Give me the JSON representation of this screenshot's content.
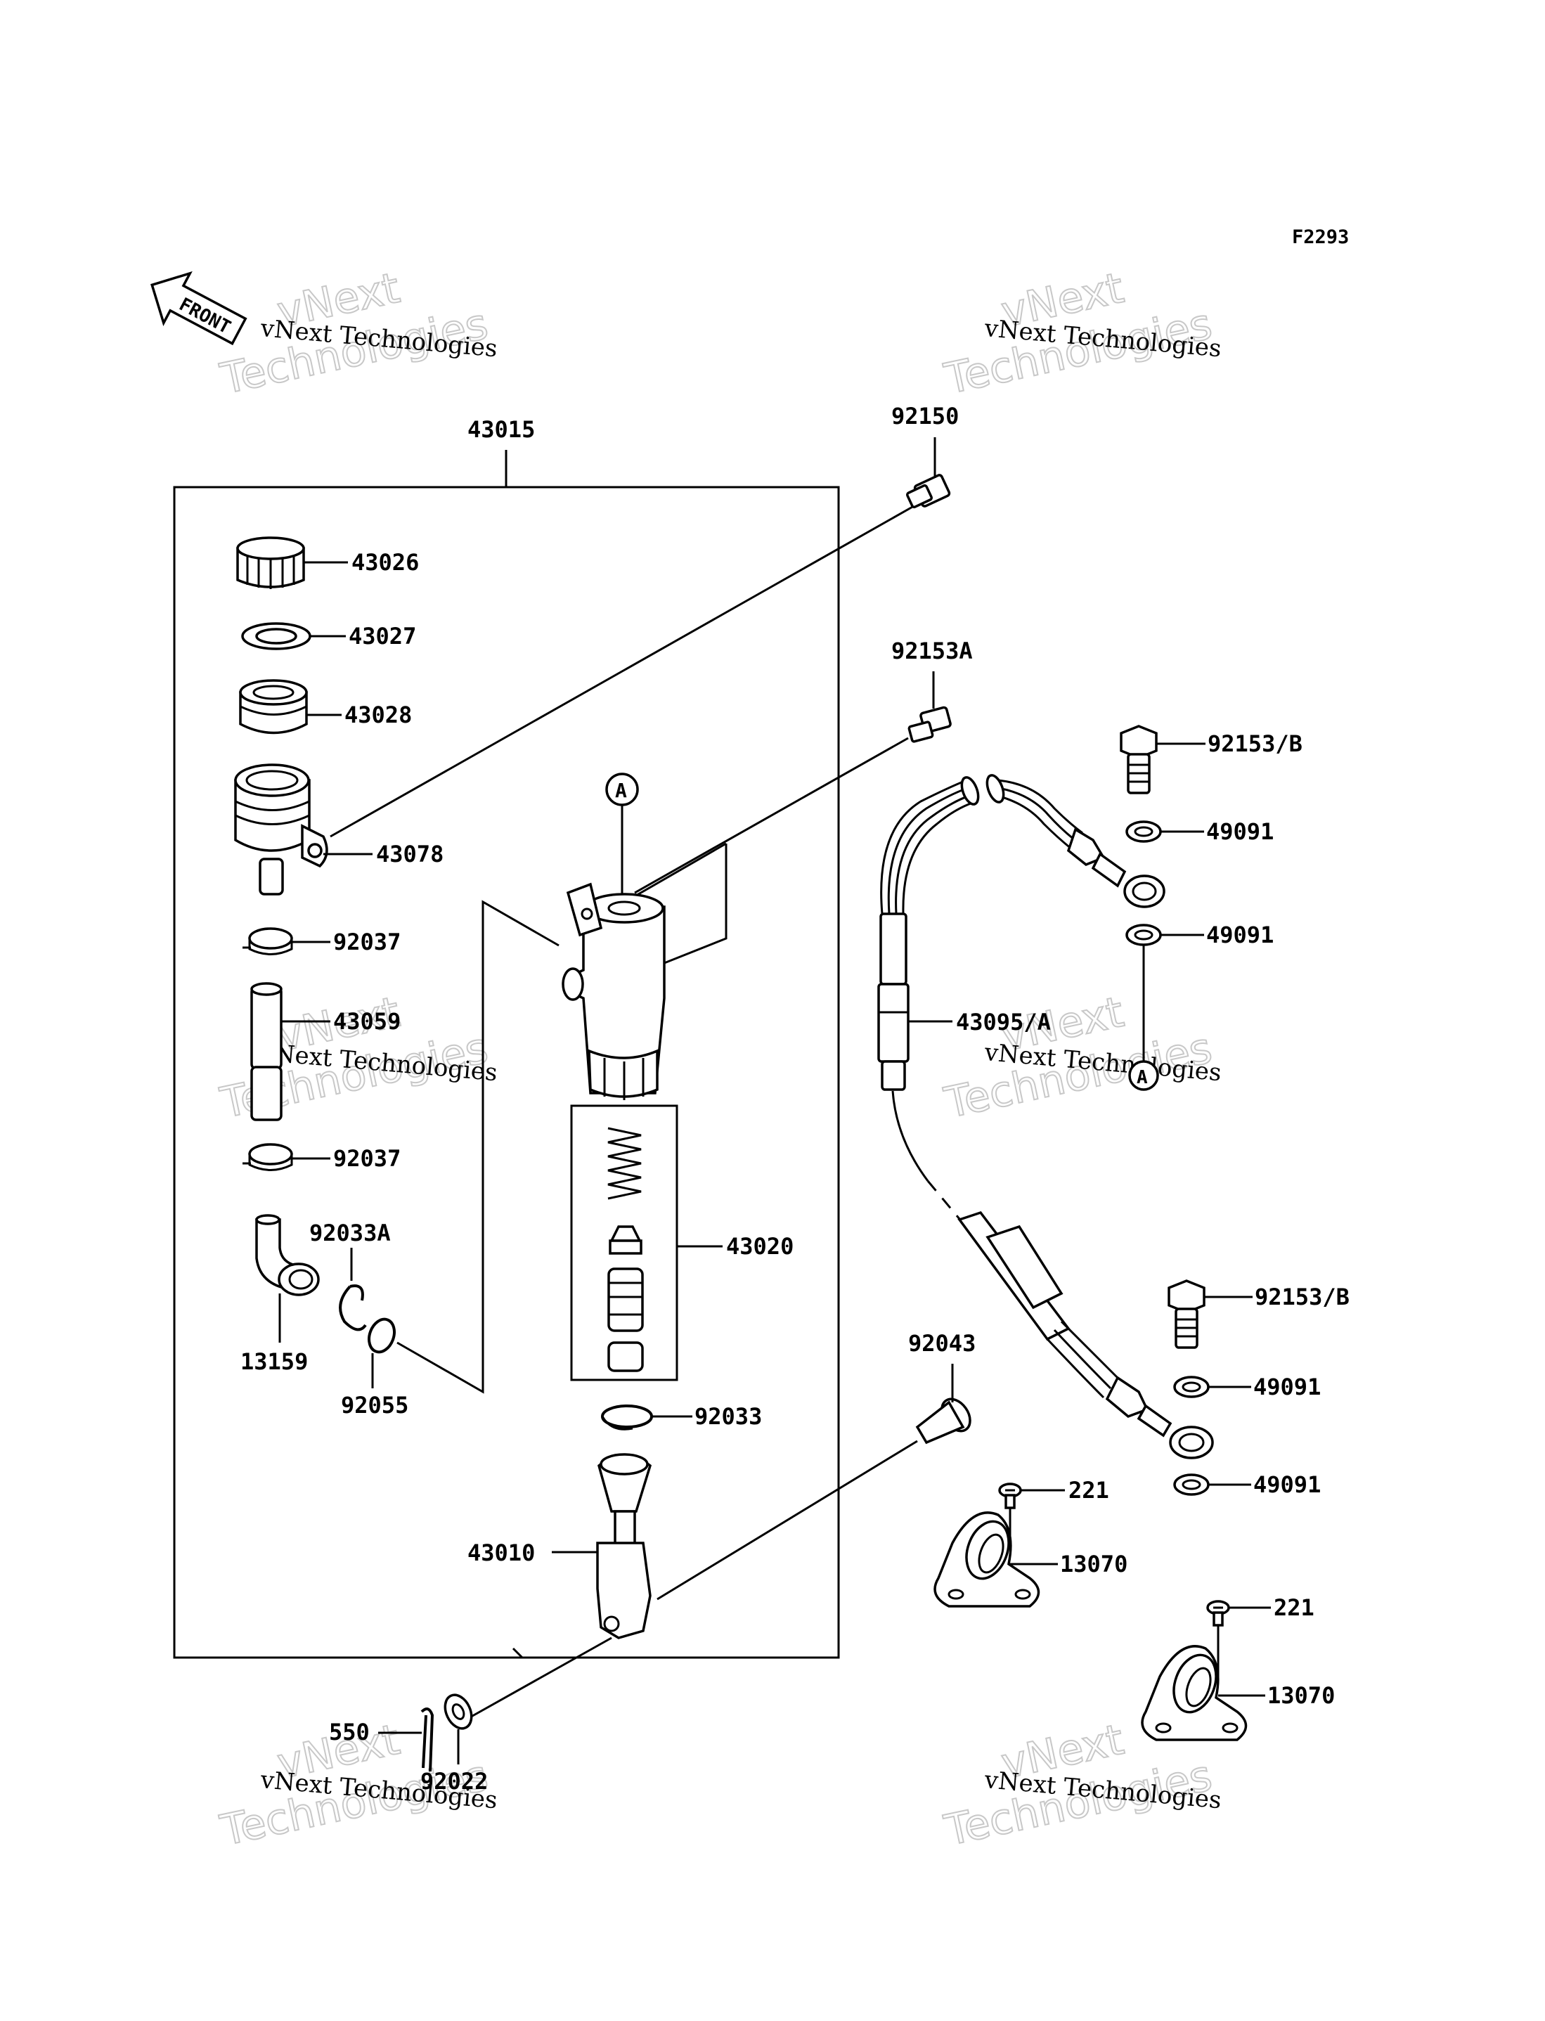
{
  "diagram": {
    "figure_code": "F2293",
    "front_arrow_label": "FRONT",
    "ref_marker": "A",
    "watermark": {
      "small_text": "vNext Technologies",
      "large_line1": "vNext",
      "large_line2": "Technologies"
    },
    "parts": {
      "p43015": "43015",
      "p92150": "92150",
      "p92153a": "92153A",
      "p43026": "43026",
      "p43027": "43027",
      "p43028": "43028",
      "p43078": "43078",
      "p92153b_top": "92153/B",
      "p49091_1": "49091",
      "p49091_2": "49091",
      "p92037_1": "92037",
      "p43059": "43059",
      "p43095a": "43095/A",
      "p92037_2": "92037",
      "p92033a": "92033A",
      "p43020": "43020",
      "p13159": "13159",
      "p92055": "92055",
      "p92153b_bot": "92153/B",
      "p92043": "92043",
      "p49091_3": "49091",
      "p92033": "92033",
      "p49091_4": "49091",
      "p221_1": "221",
      "p43010": "43010",
      "p13070_1": "13070",
      "p221_2": "221",
      "p550": "550",
      "p13070_2": "13070",
      "p92022": "92022"
    }
  }
}
